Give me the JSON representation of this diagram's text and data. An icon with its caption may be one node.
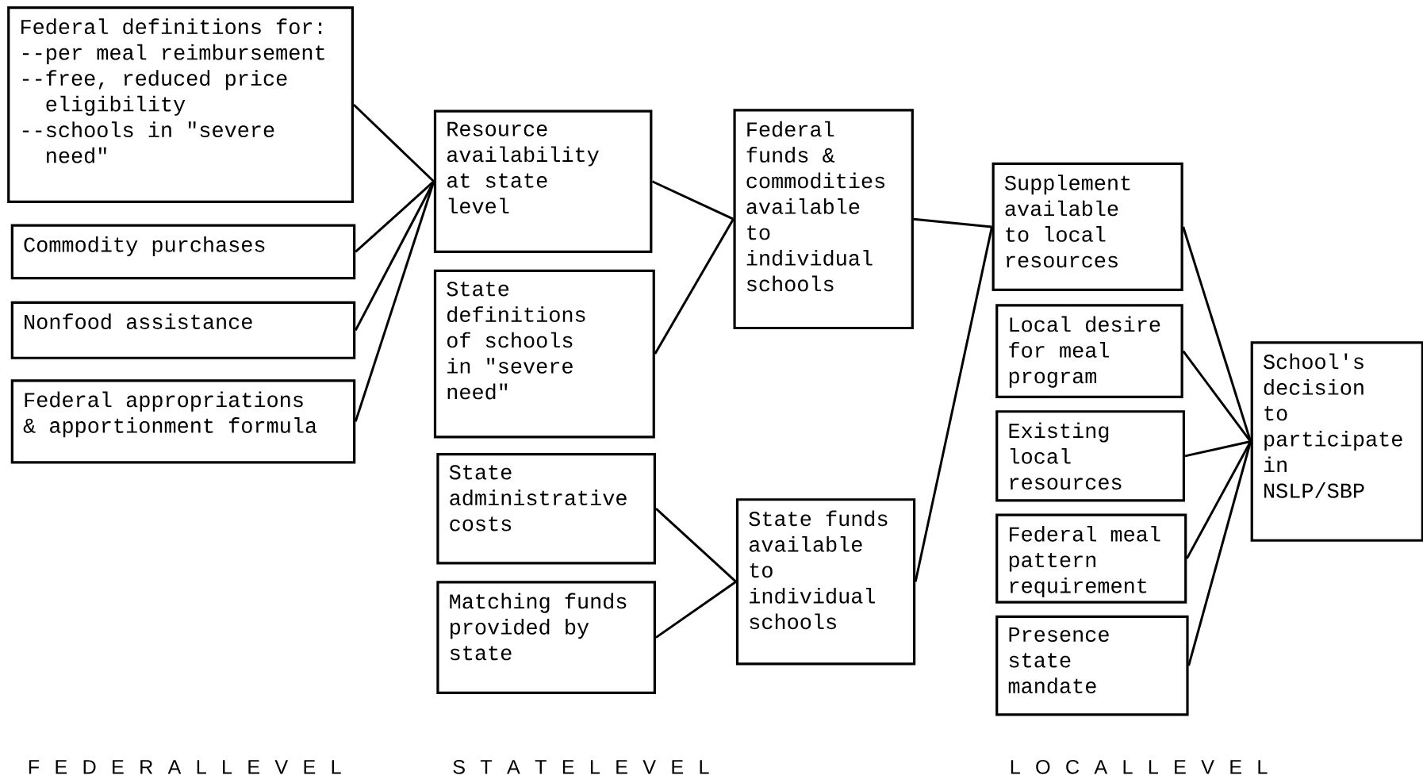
{
  "diagram": {
    "nodes": [
      {
        "text": [
          "Federal definitions for:",
          "--per meal reimbursement",
          "--free, reduced price eligibility",
          "--schools in \"severe need\""
        ]
      },
      {
        "text": [
          "Commodity purchases"
        ]
      },
      {
        "text": [
          "Nonfood assistance"
        ]
      },
      {
        "text": [
          "Federal appropriations & apportionment formula"
        ]
      },
      {
        "text": [
          "Resource availability at state level"
        ]
      },
      {
        "text": [
          "State definitions of schools in \"severe need\""
        ]
      },
      {
        "text": [
          "State administrative costs"
        ]
      },
      {
        "text": [
          "Matching funds provided by state"
        ]
      },
      {
        "text": [
          "Federal funds & commodities available to individual schools"
        ]
      },
      {
        "text": [
          "State funds available to individual schools"
        ]
      },
      {
        "text": [
          "Supplement available to local resources"
        ]
      },
      {
        "text": [
          "Local desire for meal program"
        ]
      },
      {
        "text": [
          "Existing local resources"
        ]
      },
      {
        "text": [
          "Federal meal pattern requirement"
        ]
      },
      {
        "text": [
          "Presence state mandate"
        ]
      },
      {
        "text": [
          "School's decision to participate in NSLP/SBP"
        ]
      }
    ],
    "edges": [
      {
        "from": 0,
        "to": 4,
        "arrow": "none"
      },
      {
        "from": 1,
        "to": 4,
        "arrow": "none"
      },
      {
        "from": 2,
        "to": 4,
        "arrow": "none"
      },
      {
        "from": 3,
        "to": 4,
        "arrow": "none"
      },
      {
        "from": 4,
        "to": 8,
        "arrow": "none"
      },
      {
        "from": 5,
        "to": 8,
        "arrow": "none"
      },
      {
        "from": 6,
        "to": 9,
        "arrow": "none"
      },
      {
        "from": 7,
        "to": 9,
        "arrow": "none"
      },
      {
        "from": 8,
        "to": 10,
        "arrow": "none"
      },
      {
        "from": 9,
        "to": 10,
        "arrow": "none"
      },
      {
        "from": 10,
        "to": 15,
        "arrow": "none"
      },
      {
        "from": 11,
        "to": 15,
        "arrow": "none"
      },
      {
        "from": 12,
        "to": 15,
        "arrow": "none"
      },
      {
        "from": 13,
        "to": 15,
        "arrow": "none"
      },
      {
        "from": 14,
        "to": 15,
        "arrow": "none"
      }
    ],
    "labels": [
      "F E D E R A L L E V E L",
      "S T A T E L E V E L",
      "L O C A L L E V E L"
    ]
  }
}
